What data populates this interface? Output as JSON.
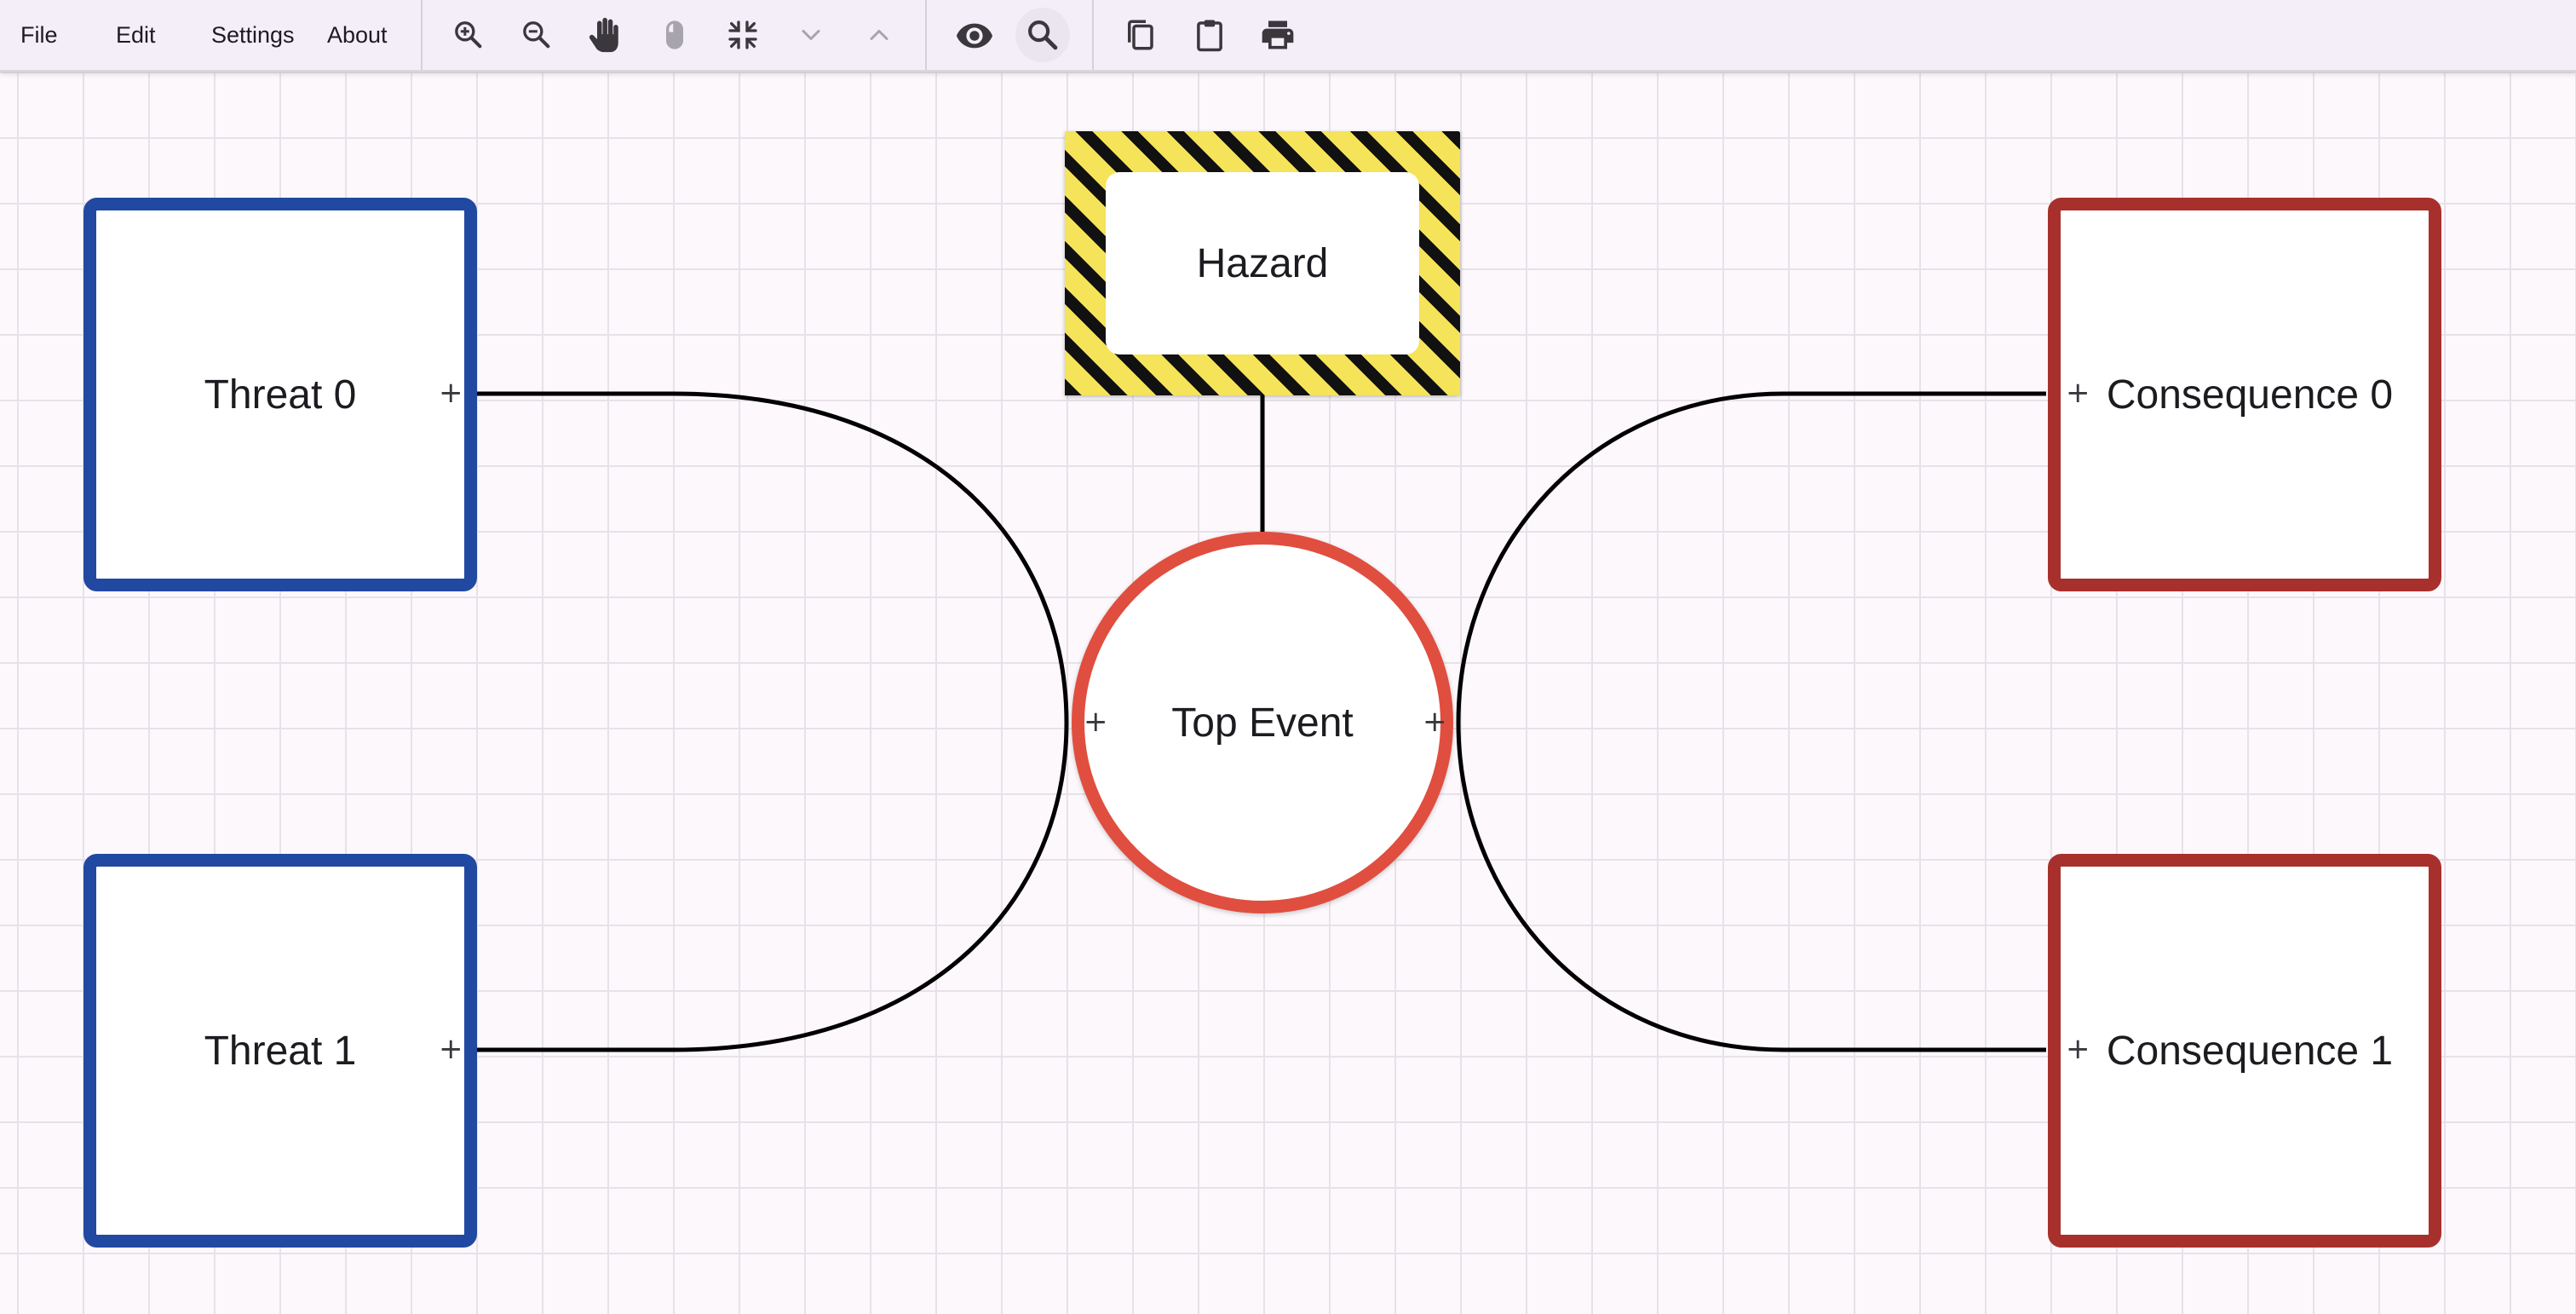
{
  "menu": {
    "file": "File",
    "edit": "Edit",
    "settings": "Settings",
    "about": "About"
  },
  "toolbar": {
    "icons": [
      "zoom-in-icon",
      "zoom-out-icon",
      "pan-hand-icon",
      "mouse-icon",
      "fit-screen-icon",
      "chevron-down-icon",
      "chevron-up-icon",
      "eye-icon",
      "search-icon",
      "copy-icon",
      "paste-icon",
      "print-icon"
    ]
  },
  "diagram": {
    "hazard": "Hazard",
    "top_event": "Top Event",
    "threats": [
      "Threat 0",
      "Threat 1"
    ],
    "consequences": [
      "Consequence 0",
      "Consequence 1"
    ],
    "port_symbol": "+"
  },
  "colors": {
    "threat_border": "#2149a1",
    "consequence_border": "#a8302c",
    "top_event_border": "#e04e3f",
    "hazard_stripe_yellow": "#f5e35a",
    "hazard_stripe_black": "#111111"
  }
}
